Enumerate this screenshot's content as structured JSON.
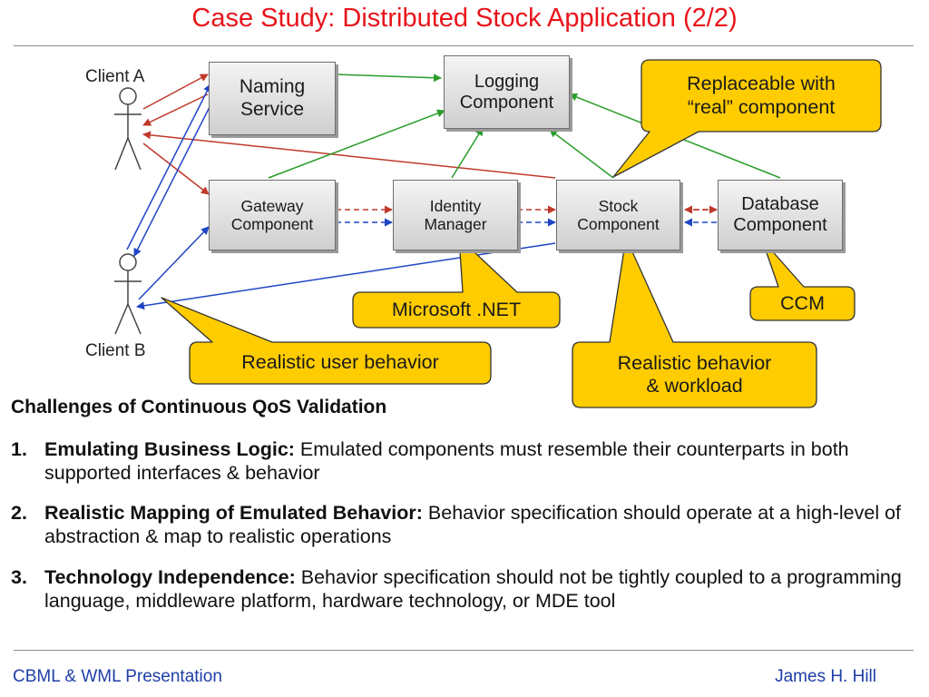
{
  "title": "Case Study: Distributed Stock Application (2/2)",
  "diagram": {
    "actors": {
      "client_a": "Client A",
      "client_b": "Client B"
    },
    "components": {
      "naming": "Naming\nService",
      "logging": "Logging\nComponent",
      "gateway": "Gateway\nComponent",
      "identity": "Identity\nManager",
      "stock": "Stock\nComponent",
      "database": "Database\nComponent"
    },
    "callouts": {
      "replaceable": "Replaceable with\n“real” component",
      "dotnet": "Microsoft .NET",
      "ccm": "CCM",
      "user_behavior": "Realistic user behavior",
      "behavior_workload": "Realistic behavior\n& workload"
    },
    "colors": {
      "request_arrow": "#c0392b",
      "response_arrow": "#1f45c6",
      "logging_arrow": "#2a9d2a",
      "callout_fill": "#ffcc00",
      "title": "#e8141b",
      "footer": "#1f3ea8"
    }
  },
  "challenges": {
    "heading": "Challenges of Continuous QoS Validation",
    "items": [
      {
        "number": "1.",
        "term": "Emulating Business Logic:",
        "text": " Emulated components must resemble their counterparts in both supported interfaces & behavior"
      },
      {
        "number": "2.",
        "term": "Realistic Mapping of Emulated Behavior:",
        "text": " Behavior specification should operate at a high-level of abstraction & map to realistic operations"
      },
      {
        "number": "3.",
        "term": "Technology Independence:",
        "text": " Behavior specification should not be tightly coupled to a programming language, middleware platform, hardware technology, or MDE tool"
      }
    ]
  },
  "footer": {
    "left": "CBML & WML Presentation",
    "right": "James H. Hill"
  }
}
